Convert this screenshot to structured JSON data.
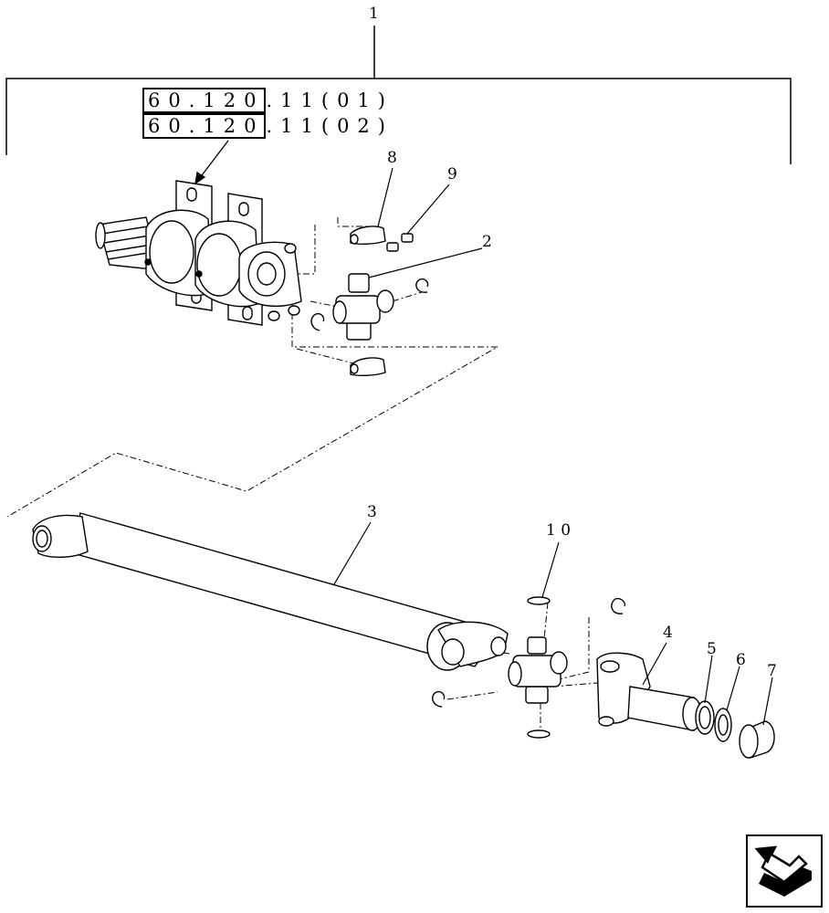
{
  "diagram": {
    "callouts": {
      "c1": "1",
      "c2": "2",
      "c3": "3",
      "c4": "4",
      "c5": "5",
      "c6": "6",
      "c7": "7",
      "c8": "8",
      "c9": "9",
      "c10": "1 0"
    },
    "references": [
      {
        "boxed": "60.120",
        "rest": ".11(01)"
      },
      {
        "boxed": "60.120",
        "rest": ".11(02)"
      }
    ]
  },
  "navigation": {
    "icon": "return-arrow-icon"
  }
}
